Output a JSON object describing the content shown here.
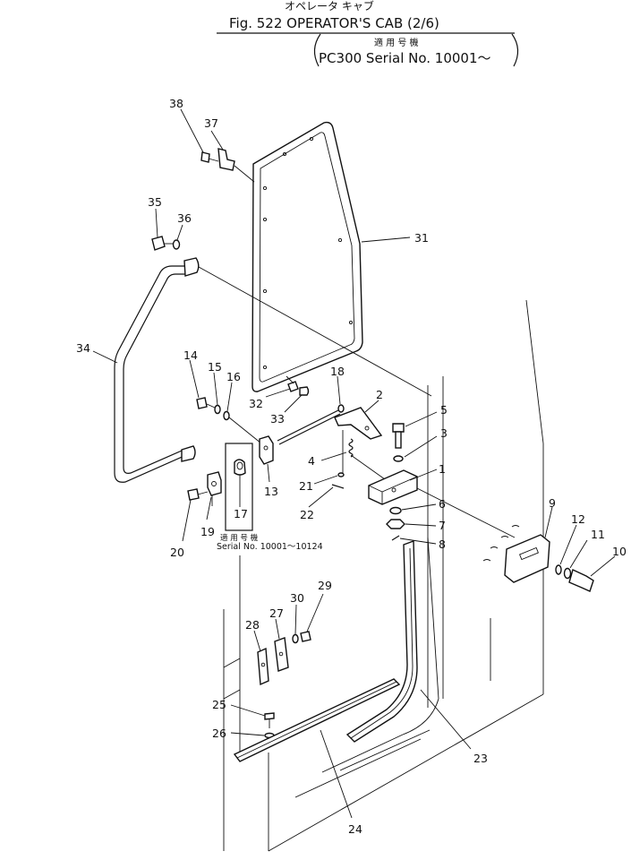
{
  "header": {
    "title_jp": "オペレータ キャブ",
    "title": "Fig. 522  OPERATOR'S CAB (2/6)",
    "applicability_jp": "適 用 号 機",
    "serial_range": "PC300  Serial No. 10001～"
  },
  "note": {
    "applicability_jp": "適 用 号 機",
    "serial_range": "Serial No. 10001～10124"
  },
  "callouts": [
    "1",
    "2",
    "3",
    "4",
    "5",
    "6",
    "7",
    "8",
    "9",
    "10",
    "11",
    "12",
    "13",
    "14",
    "15",
    "16",
    "17",
    "18",
    "19",
    "20",
    "21",
    "22",
    "23",
    "24",
    "25",
    "26",
    "27",
    "28",
    "29",
    "30",
    "31",
    "32",
    "33",
    "34",
    "35",
    "36",
    "37",
    "38"
  ]
}
